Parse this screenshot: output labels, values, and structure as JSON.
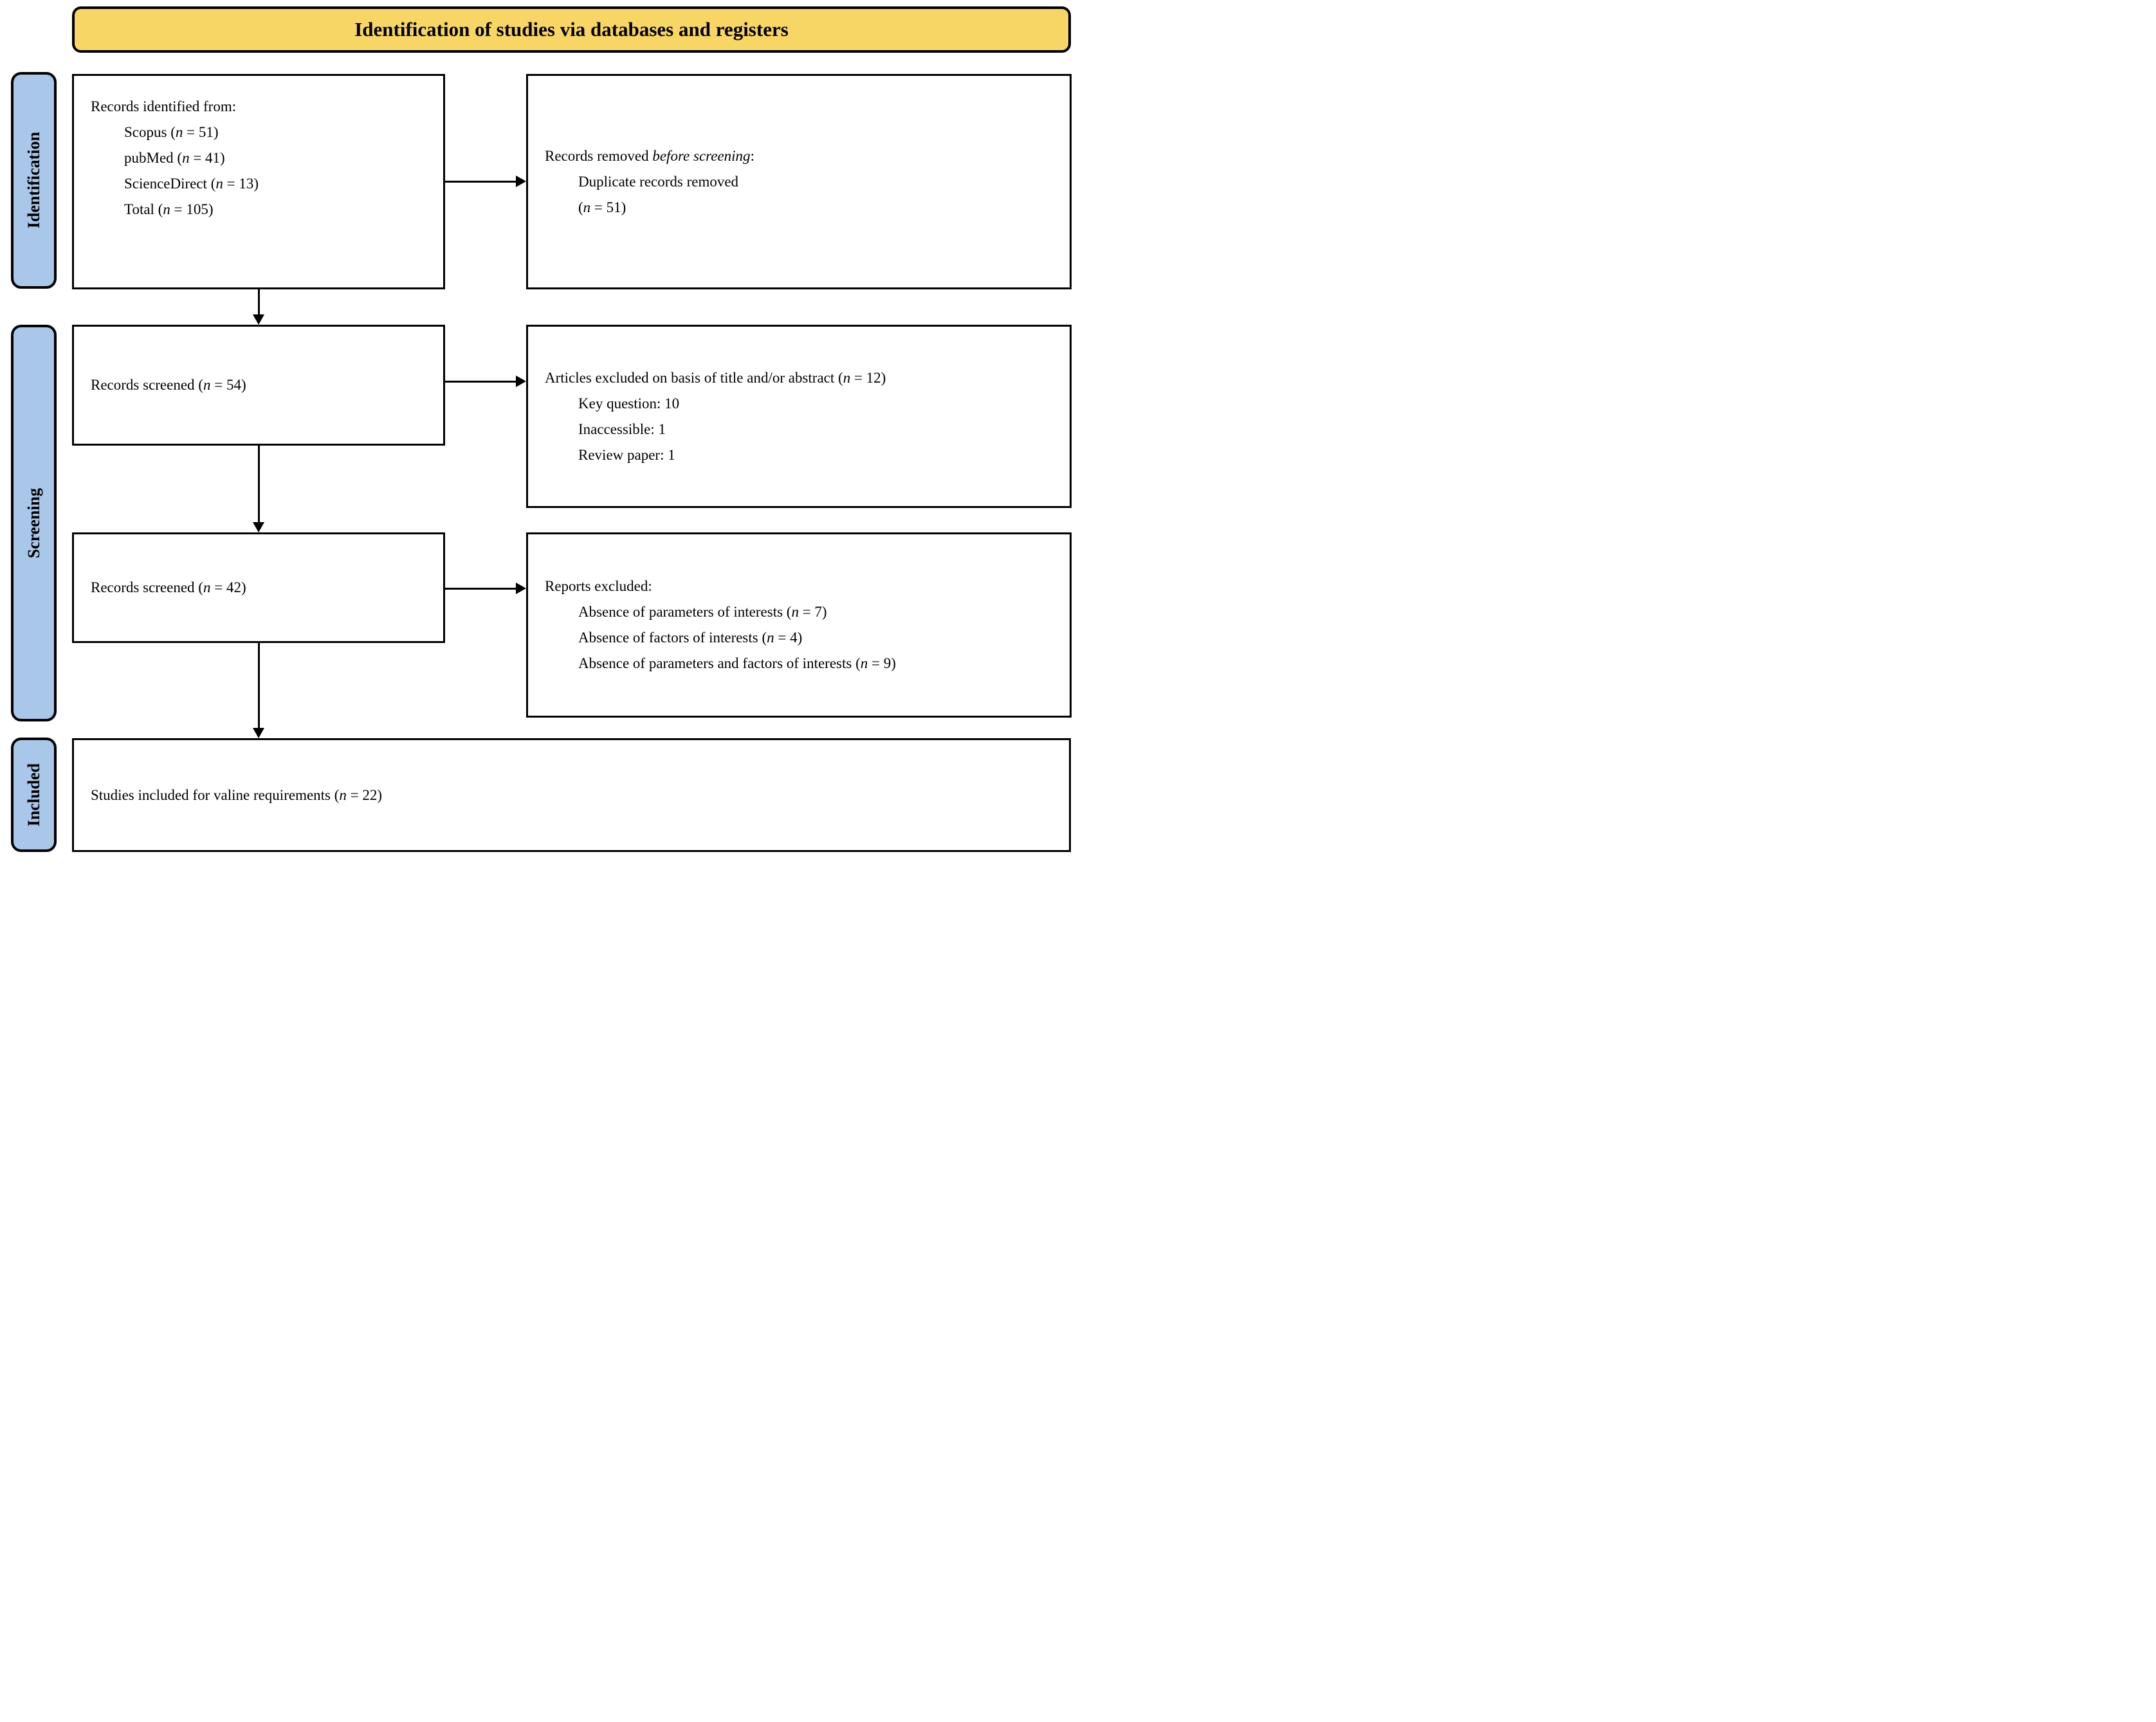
{
  "colors": {
    "banner_bg": "#F8D665",
    "stage_label_bg": "#A9C7E9",
    "box_bg": "#FFFFFF",
    "border": "#000000"
  },
  "banner": {
    "title": "Identification of studies via databases and registers"
  },
  "stages": {
    "identification": "Identification",
    "screening": "Screening",
    "included": "Included"
  },
  "boxes": {
    "identified": {
      "heading": [
        "Records identified from:"
      ],
      "items": [
        [
          "Scopus (",
          {
            "i": "n"
          },
          " = 51)"
        ],
        [
          "pubMed (",
          {
            "i": "n"
          },
          " = 41)"
        ],
        [
          "ScienceDirect (",
          {
            "i": "n"
          },
          " = 13)"
        ],
        [
          "Total (",
          {
            "i": "n"
          },
          " = 105)"
        ]
      ]
    },
    "removed": {
      "heading": [
        "Records removed ",
        {
          "i": "before screening"
        },
        ":"
      ],
      "items": [
        [
          "Duplicate records removed"
        ],
        [
          "(",
          {
            "i": "n"
          },
          " = 51)"
        ]
      ]
    },
    "screened1": {
      "heading": [
        "Records screened (",
        {
          "i": "n"
        },
        " = 54)"
      ]
    },
    "excluded1": {
      "heading": [
        "Articles excluded on basis of title and/or abstract (",
        {
          "i": "n"
        },
        " = 12)"
      ],
      "items": [
        [
          "Key question: 10"
        ],
        [
          "Inaccessible: 1"
        ],
        [
          "Review paper: 1"
        ]
      ]
    },
    "screened2": {
      "heading": [
        "Records screened (",
        {
          "i": "n"
        },
        " = 42)"
      ]
    },
    "excluded2": {
      "heading": [
        "Reports excluded:"
      ],
      "items": [
        [
          "Absence of parameters of interests (",
          {
            "i": "n"
          },
          " = 7)"
        ],
        [
          "Absence of factors of interests  (",
          {
            "i": "n"
          },
          " = 4)"
        ],
        [
          "Absence of parameters and factors of interests (",
          {
            "i": "n"
          },
          " = 9)"
        ]
      ]
    },
    "included": {
      "heading": [
        "Studies included for valine requirements (",
        {
          "i": "n"
        },
        " = 22)"
      ]
    }
  }
}
